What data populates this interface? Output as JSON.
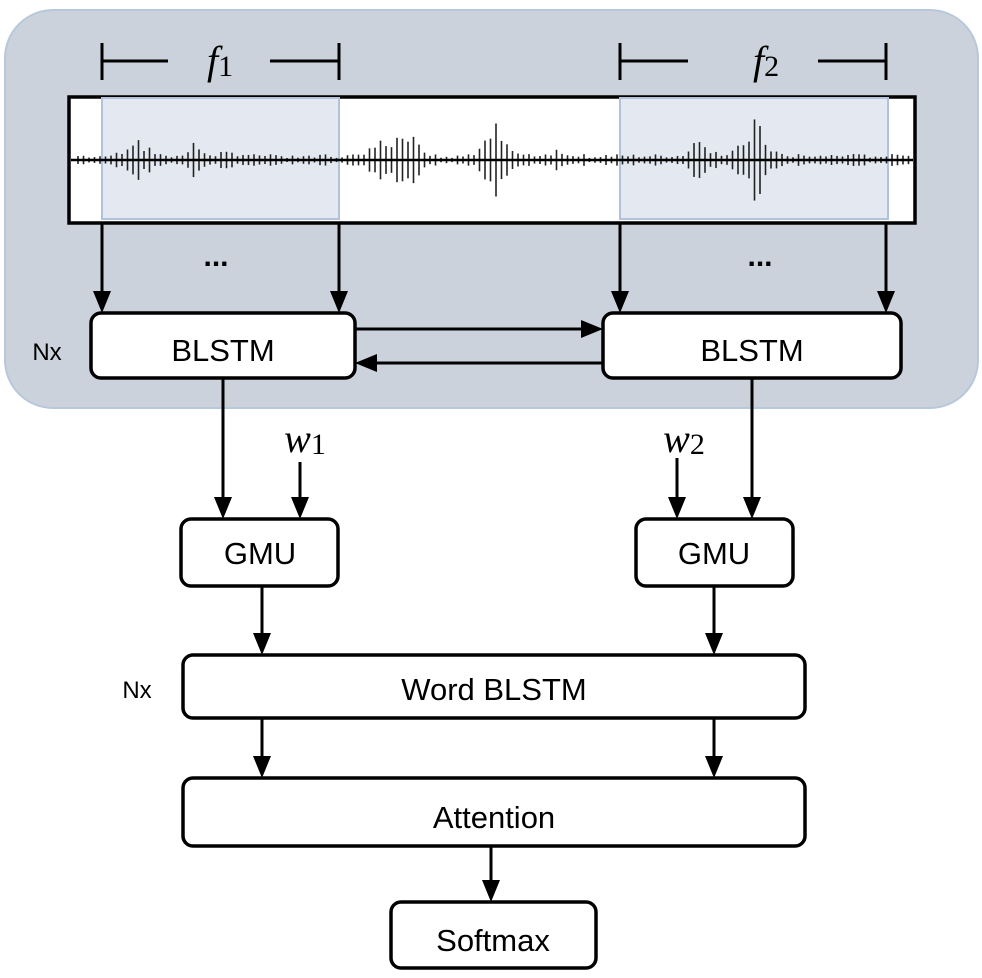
{
  "colors": {
    "group_background": "#cbd2db",
    "group_border": "#b8c8dc",
    "frame_highlight": "#e4e9f1",
    "frame_border": "#b0c2dc"
  },
  "frames": [
    {
      "name": "f",
      "sub": "1"
    },
    {
      "name": "f",
      "sub": "2"
    }
  ],
  "ellipsis": "...",
  "repeat_label": "Nx",
  "blstm": [
    "BLSTM",
    "BLSTM"
  ],
  "words": [
    {
      "name": "w",
      "sub": "1"
    },
    {
      "name": "w",
      "sub": "2"
    }
  ],
  "gmu": [
    "GMU",
    "GMU"
  ],
  "word_blstm": "Word BLSTM",
  "attention": "Attention",
  "softmax": "Softmax"
}
